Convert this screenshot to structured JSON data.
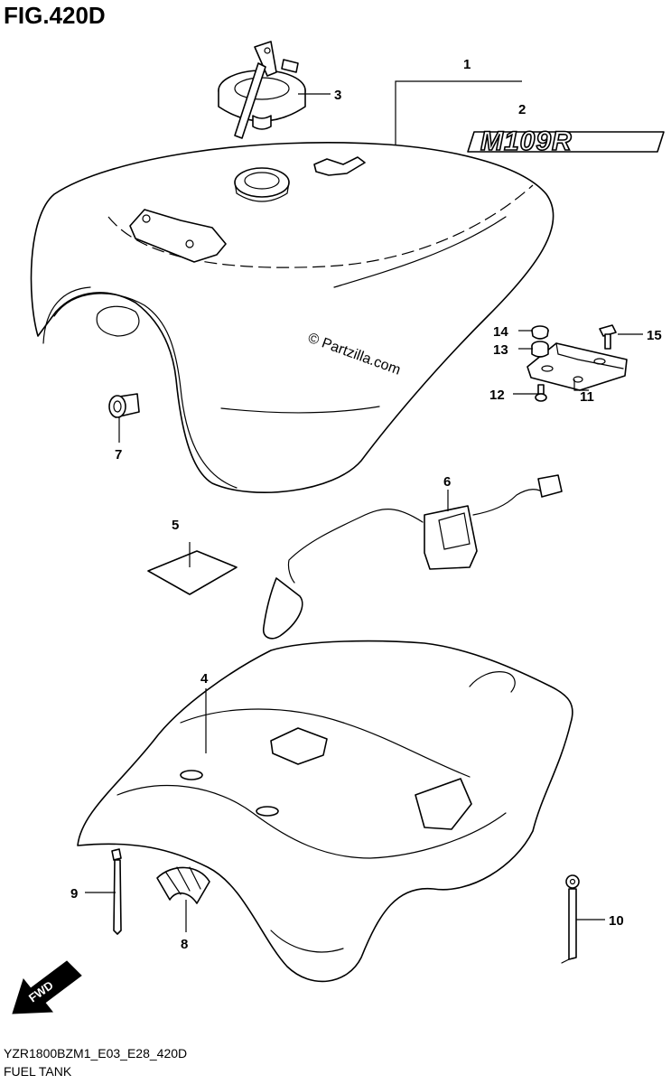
{
  "figure": {
    "title": "FIG.420D",
    "code": "YZR1800BZM1_E03_E28_420D",
    "name": "FUEL TANK"
  },
  "watermark": "© Partzilla.com",
  "badge_text": "M109R",
  "fwd_label": "FWD",
  "callouts": [
    {
      "id": "1",
      "label": "1"
    },
    {
      "id": "2",
      "label": "2"
    },
    {
      "id": "3",
      "label": "3"
    },
    {
      "id": "4",
      "label": "4"
    },
    {
      "id": "5",
      "label": "5"
    },
    {
      "id": "6",
      "label": "6"
    },
    {
      "id": "7",
      "label": "7"
    },
    {
      "id": "8",
      "label": "8"
    },
    {
      "id": "9",
      "label": "9"
    },
    {
      "id": "10",
      "label": "10"
    },
    {
      "id": "11",
      "label": "11"
    },
    {
      "id": "12",
      "label": "12"
    },
    {
      "id": "13",
      "label": "13"
    },
    {
      "id": "14",
      "label": "14"
    },
    {
      "id": "15",
      "label": "15"
    }
  ]
}
